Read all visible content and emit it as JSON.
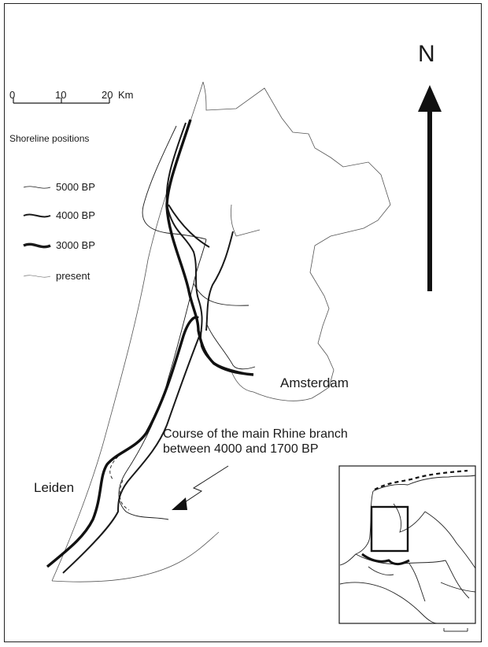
{
  "scale_bar": {
    "ticks": [
      "0",
      "10",
      "20"
    ],
    "unit": "Km"
  },
  "legend": {
    "title": "Shoreline positions",
    "items": [
      {
        "label": "5000 BP",
        "style": "thin"
      },
      {
        "label": "4000 BP",
        "style": "medium"
      },
      {
        "label": "3000 BP",
        "style": "thick"
      },
      {
        "label": "present",
        "style": "hairline"
      }
    ]
  },
  "north_label": "N",
  "places": {
    "amsterdam": "Amsterdam",
    "leiden": "Leiden"
  },
  "annotation": "Course of the main Rhine branch\nbetween 4000 and 1700 BP",
  "colors": {
    "ink": "#1a1a1a",
    "line_gray": "#555555",
    "background": "#ffffff"
  }
}
